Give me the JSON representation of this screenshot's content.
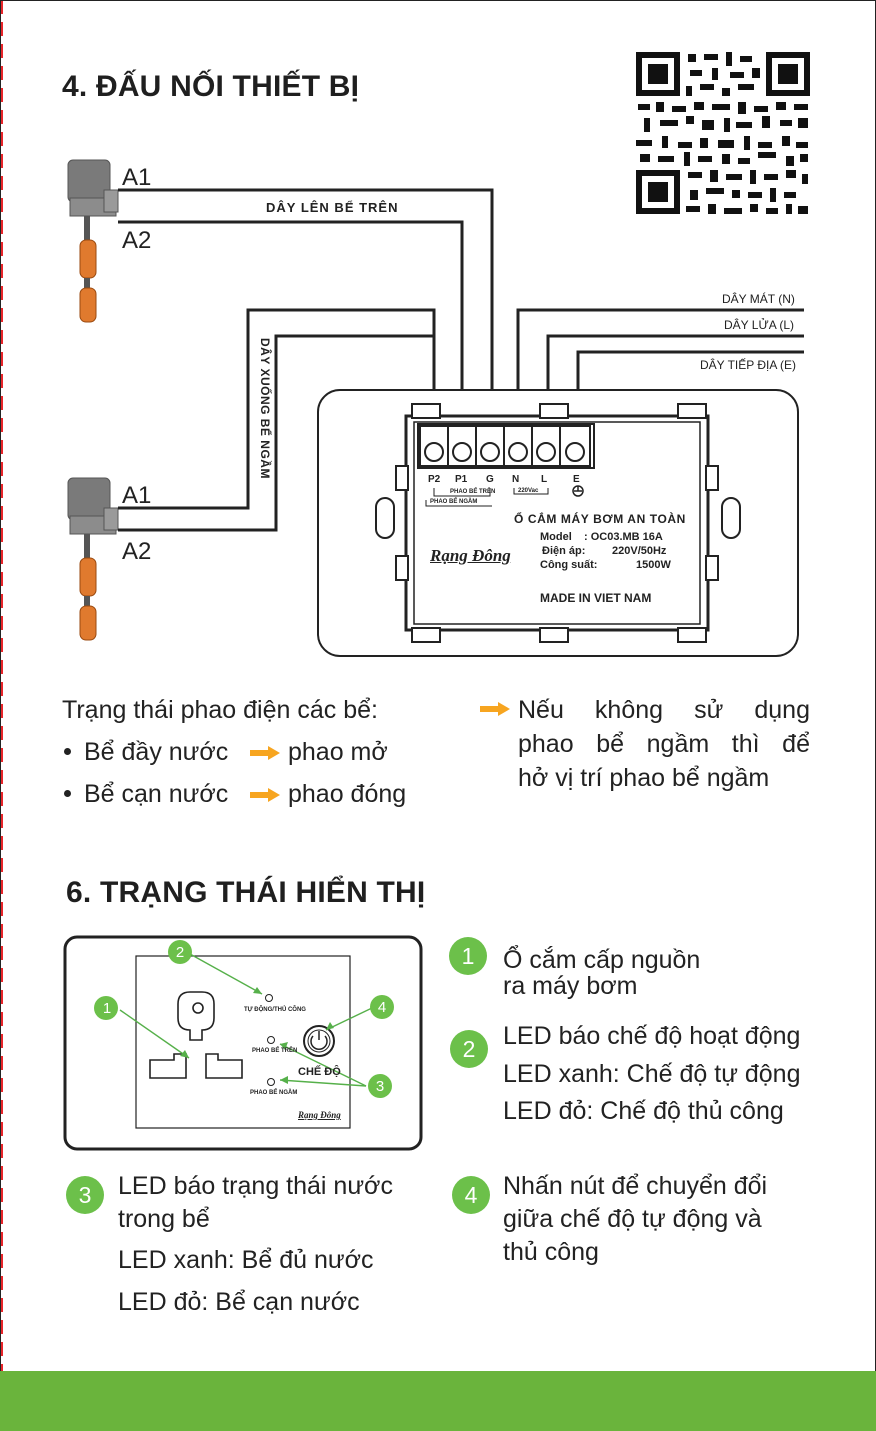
{
  "section4": {
    "heading": "4. ĐẤU NỐI THIẾT BỊ",
    "float_labels": {
      "top_a1": "A1",
      "top_a2": "A2",
      "bottom_a1": "A1",
      "bottom_a2": "A2"
    },
    "wire_labels": {
      "upper_tank": "DÂY LÊN BỂ TRÊN",
      "lower_tank": "DÂY XUỐNG BỂ NGẦM",
      "neutral": "DÂY MÁT (N)",
      "live": "DÂY LỬA (L)",
      "earth": "DÂY TIẾP ĐỊA (E)"
    },
    "device": {
      "terminals": [
        "P2",
        "P1",
        "G",
        "N",
        "L",
        "E"
      ],
      "upper_float_group": "PHAO BỂ TRÊN",
      "lower_float_group": "PHAO BỂ NGẦM",
      "voltage_tag": "220Vac",
      "product_name": "Ổ CẮM MÁY BƠM AN TOÀN",
      "model_label": "Model",
      "model_value": ": OC03.MB 16A",
      "voltage_label": "Điện áp:",
      "voltage_value": "220V/50Hz",
      "power_label": "Công suất:",
      "power_value": "1500W",
      "brand": "Rạng Đông",
      "origin": "MADE IN VIET NAM"
    },
    "notes": {
      "title": "Trạng thái phao điện các bể:",
      "full_label": "Bể đầy nước",
      "full_state": "phao mở",
      "empty_label": "Bể cạn nước",
      "empty_state": "phao đóng",
      "tip_line1": "Nếu không sử dụng",
      "tip_line2": "phao bể ngầm thì để",
      "tip_line3": "hở vị trí phao bể ngầm"
    }
  },
  "section6": {
    "heading": "6. TRẠNG THÁI HIỂN THỊ",
    "panel": {
      "mode_led_label": "TỰ ĐỘNG/THỦ CÔNG",
      "upper_led_label": "PHAO BỂ TRÊN",
      "lower_led_label": "PHAO BỂ NGẦM",
      "button_label": "CHẾ ĐỘ",
      "brand": "Rạng Đông",
      "callouts": [
        "1",
        "2",
        "3",
        "4"
      ]
    },
    "items": [
      {
        "num": "1",
        "line1": "Ổ cắm cấp nguồn",
        "line2": "ra máy bơm"
      },
      {
        "num": "2",
        "line1": "LED báo chế độ hoạt động",
        "line2": "LED xanh: Chế độ tự động",
        "line3": "LED đỏ: Chế độ thủ công"
      },
      {
        "num": "3",
        "line1": "LED báo trạng thái nước",
        "line2": "trong bể",
        "line3": "LED xanh: Bể đủ nước",
        "line4": "LED đỏ: Bể cạn nước"
      },
      {
        "num": "4",
        "line1": "Nhấn nút để chuyển đổi",
        "line2": "giữa chế độ tự động và",
        "line3": "thủ công"
      }
    ]
  },
  "colors": {
    "accent_green": "#6cc04a",
    "footer_green": "#6ab43c",
    "arrow_orange": "#f7a520",
    "float_orange": "#e07a2e",
    "cut_line_red": "#e8262b"
  },
  "icons": [
    "qr-code-icon",
    "float-switch-icon",
    "arrow-right-icon",
    "earth-symbol-icon",
    "power-icon",
    "universal-socket-icon"
  ]
}
